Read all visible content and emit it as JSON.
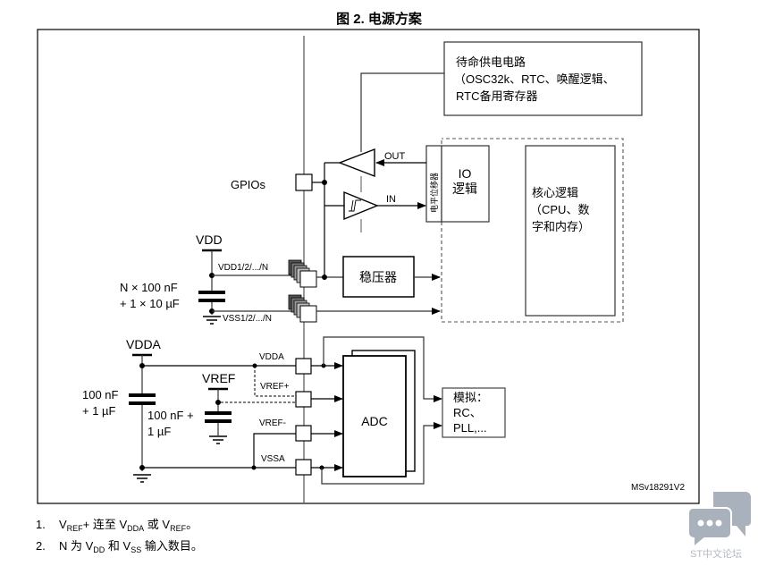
{
  "figure": {
    "title": "图 2. 电源方案",
    "ref_id": "MSv18291V2"
  },
  "blocks": {
    "standby": {
      "line1": "待命供电电路",
      "line2": "（OSC32k、RTC、唤醒逻辑、",
      "line3": "RTC备用寄存器"
    },
    "level_shifter": "电平位移器",
    "io_logic": {
      "line1": "IO",
      "line2": "逻辑"
    },
    "core_logic": {
      "line1": "核心逻辑",
      "line2": "（CPU、数",
      "line3": "字和内存）"
    },
    "regulator": "稳压器",
    "adc": "ADC",
    "analog": {
      "line1": "模拟：",
      "line2": "RC、",
      "line3": "PLL,..."
    }
  },
  "labels": {
    "gpios": "GPIOs",
    "out": "OUT",
    "in": "IN",
    "vdd": "VDD",
    "vdd_pins": "VDD1/2/.../N",
    "vss_pins": "VSS1/2/.../N",
    "vdd_caps_line1": "N × 100 nF",
    "vdd_caps_line2": "+ 1 × 10 µF",
    "vdda_supply": "VDDA",
    "vdda_caps_line1": "100 nF",
    "vdda_caps_line2": "+ 1 µF",
    "vref_supply": "VREF",
    "vref_caps_line1": "100 nF +",
    "vref_caps_line2": "1 µF",
    "pin_vdda": "VDDA",
    "pin_vref_plus": "VREF+",
    "pin_vref_minus": "VREF-",
    "pin_vssa": "VSSA"
  },
  "notes": [
    {
      "num": "1.",
      "parts": [
        "V",
        "REF",
        "+ 连至 V",
        "DDA",
        " 或 V",
        "REF",
        "。"
      ]
    },
    {
      "num": "2.",
      "parts": [
        "N 为 V",
        "DD",
        " 和 V",
        "SS",
        " 输入数目。"
      ]
    }
  ],
  "watermark": {
    "text": "ST中文论坛"
  },
  "colors": {
    "line": "#000000",
    "gray_line": "#555555",
    "watermark": "#b4bac3"
  }
}
